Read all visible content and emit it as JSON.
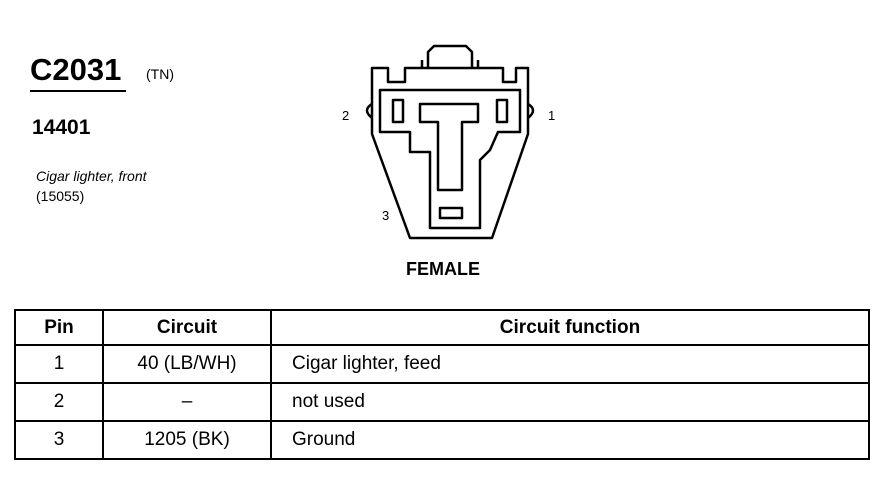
{
  "connector": {
    "id": "C2031",
    "color_code": "(TN)",
    "part_number": "14401",
    "description": "Cigar lighter, front",
    "description_code": "(15055)",
    "gender": "FEMALE",
    "pin_labels": [
      "2",
      "1",
      "3"
    ]
  },
  "table": {
    "headers": [
      "Pin",
      "Circuit",
      "Circuit function"
    ],
    "rows": [
      {
        "pin": "1",
        "circuit": "40 (LB/WH)",
        "function": "Cigar lighter, feed"
      },
      {
        "pin": "2",
        "circuit": "–",
        "function": "not used"
      },
      {
        "pin": "3",
        "circuit": "1205 (BK)",
        "function": "Ground"
      }
    ]
  }
}
